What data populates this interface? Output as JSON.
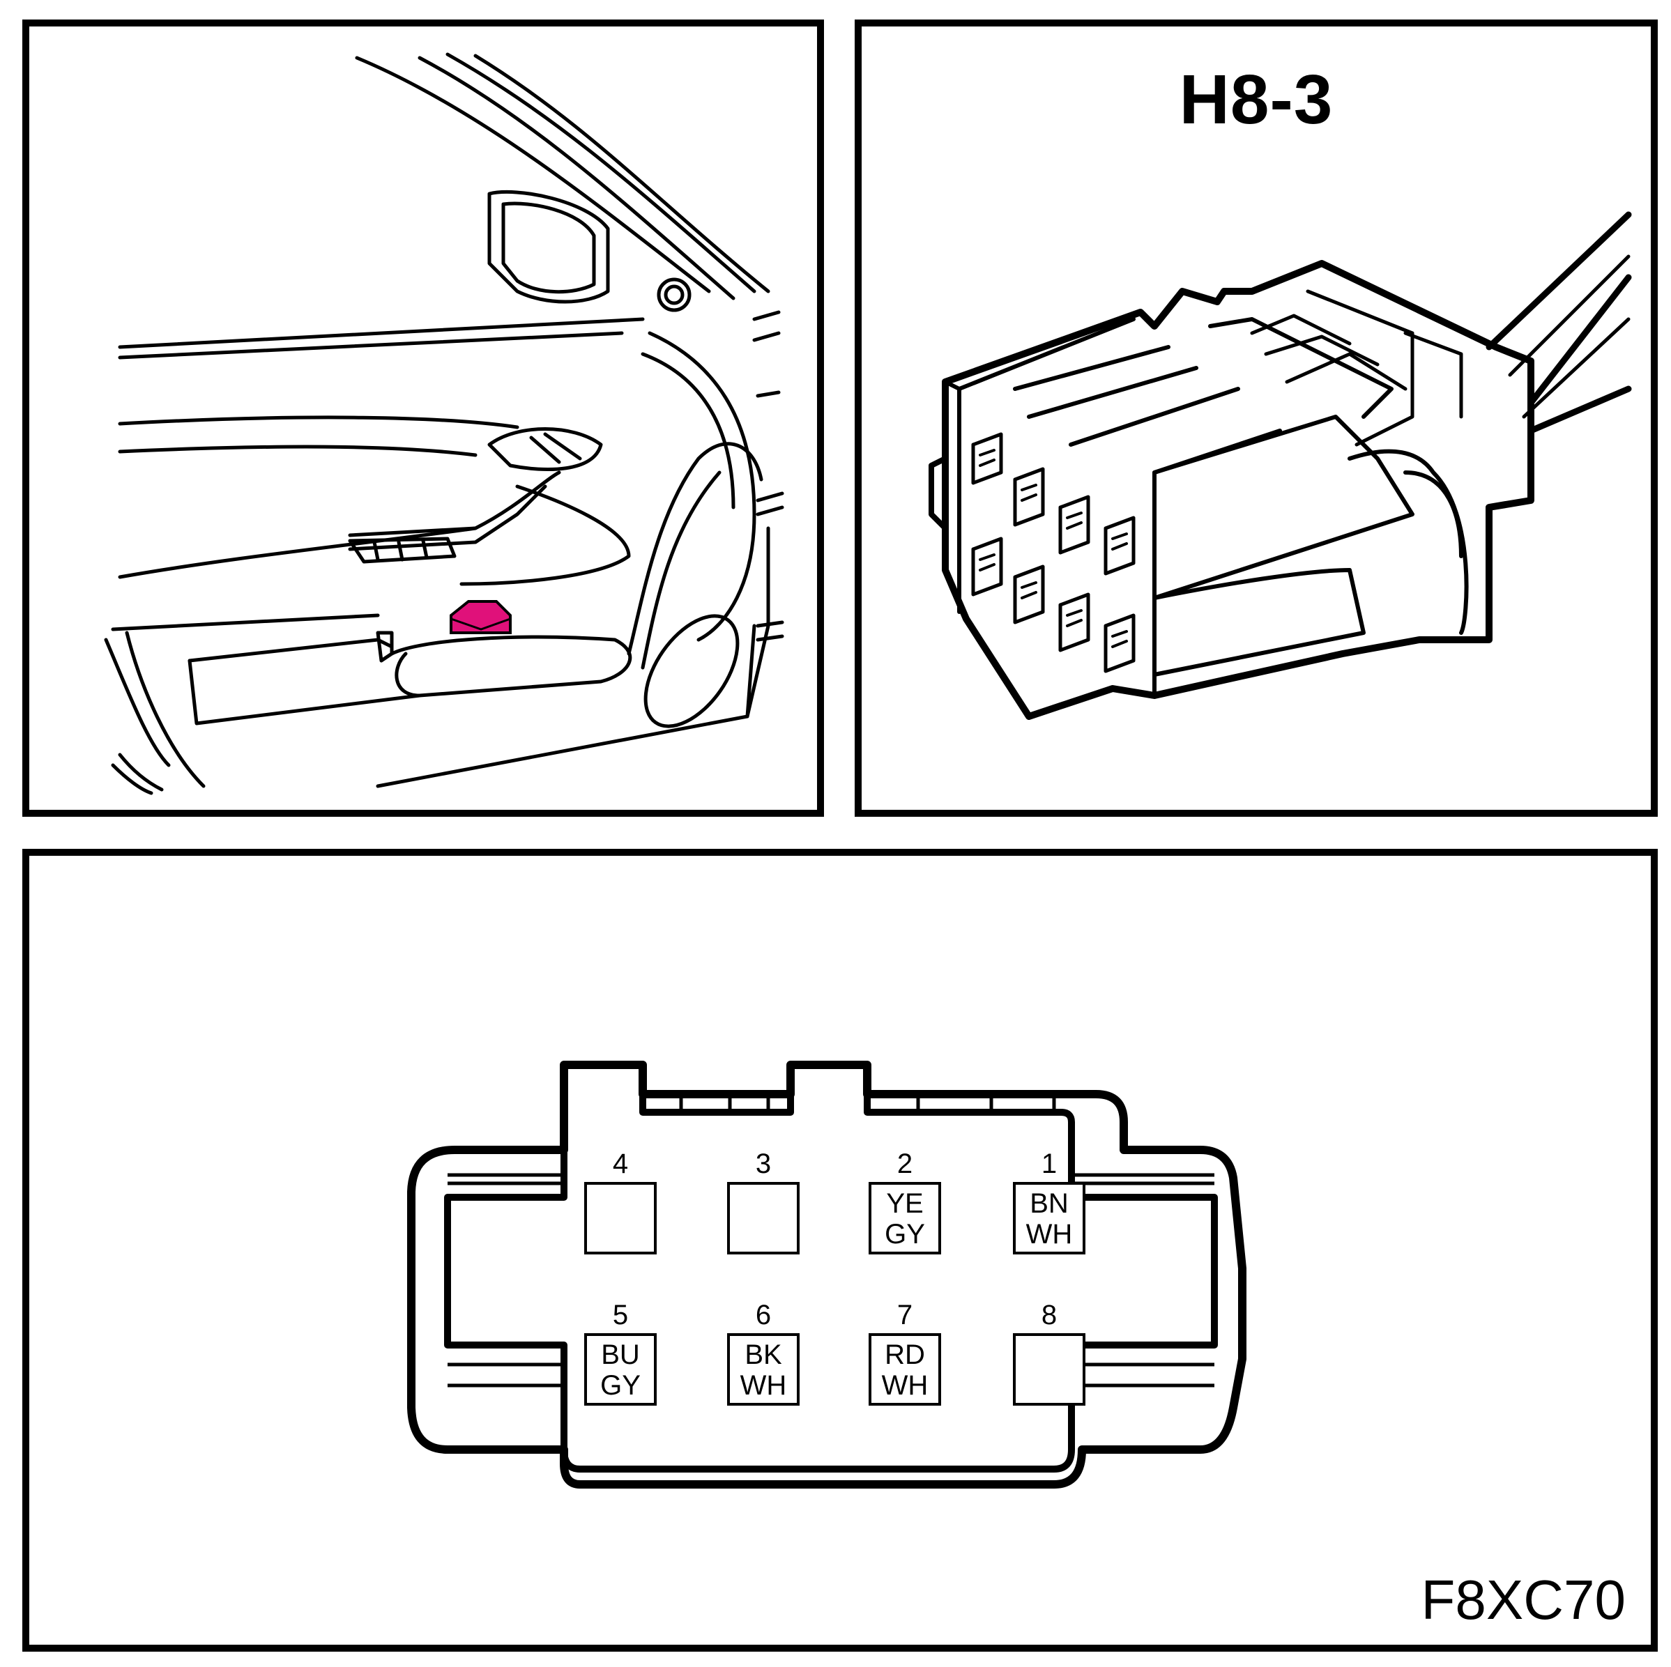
{
  "connector": {
    "title": "H8-3"
  },
  "figure_code": "F8XC70",
  "highlight_color": "#e0117a",
  "pins": [
    {
      "number": "4",
      "wire_top": "",
      "wire_bottom": ""
    },
    {
      "number": "3",
      "wire_top": "",
      "wire_bottom": ""
    },
    {
      "number": "2",
      "wire_top": "YE",
      "wire_bottom": "GY"
    },
    {
      "number": "1",
      "wire_top": "BN",
      "wire_bottom": "WH"
    },
    {
      "number": "5",
      "wire_top": "BU",
      "wire_bottom": "GY"
    },
    {
      "number": "6",
      "wire_top": "BK",
      "wire_bottom": "WH"
    },
    {
      "number": "7",
      "wire_top": "RD",
      "wire_bottom": "WH"
    },
    {
      "number": "8",
      "wire_top": "",
      "wire_bottom": ""
    }
  ]
}
